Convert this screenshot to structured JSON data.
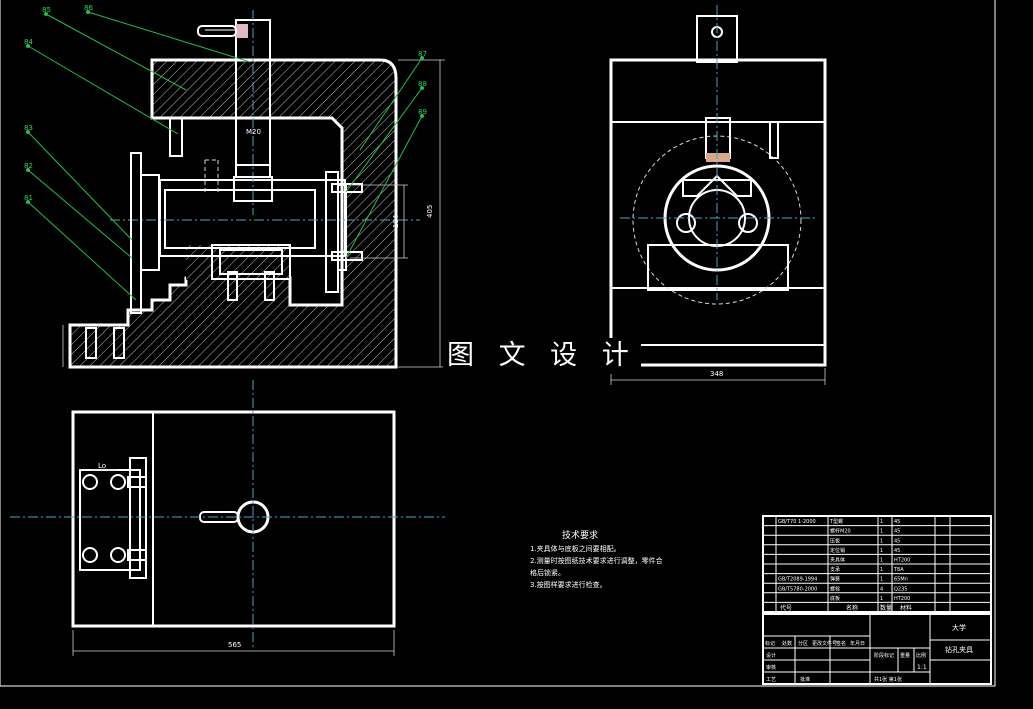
{
  "watermark": "图 文 设 计",
  "balloons": [
    "85",
    "86",
    "84",
    "83",
    "82",
    "81",
    "87",
    "88",
    "89"
  ],
  "dimensions": {
    "side_height": "405",
    "inner_height": "184",
    "bolt_label": "M20",
    "front_width": "348",
    "plan_width": "565",
    "hole_pitch": "Lo"
  },
  "technical_requirements": {
    "title": "技术要求",
    "lines": [
      "1.夹具体与底板之间要相配。",
      "2.测量时按图纸技术要求进行调整，零件合",
      "格后锁紧。",
      "3.按图样要求进行检查。"
    ]
  },
  "parts_list": {
    "header": [
      "代号",
      "名称",
      "数量",
      "材料"
    ],
    "rows": [
      [
        "GB/T70 1-2000",
        "T型螺",
        "1",
        "45"
      ],
      [
        "",
        "螺杆M20",
        "1",
        "45"
      ],
      [
        "",
        "压板",
        "1",
        "45"
      ],
      [
        "",
        "定位销",
        "1",
        "45"
      ],
      [
        "",
        "夹具体",
        "1",
        "HT200"
      ],
      [
        "",
        "支承",
        "1",
        "T8A"
      ],
      [
        "GB/T2089-1994",
        "弹簧",
        "1",
        "65Mn"
      ],
      [
        "GB/T5780-2000",
        "螺栓",
        "4",
        "Q235"
      ],
      [
        "",
        "底板",
        "1",
        "HT200"
      ]
    ]
  },
  "title_block": {
    "school": "大学",
    "drawing_name": "钻孔夹具",
    "labels": [
      "标记",
      "处数",
      "分区",
      "更改文件号",
      "签名",
      "年月日"
    ],
    "stage_labels": [
      "阶段标记",
      "重量",
      "比例"
    ],
    "scale": "1:1",
    "role_labels": [
      "设计",
      "审核",
      "工艺",
      "批准"
    ],
    "sheet_label": "共1张 第1张"
  }
}
